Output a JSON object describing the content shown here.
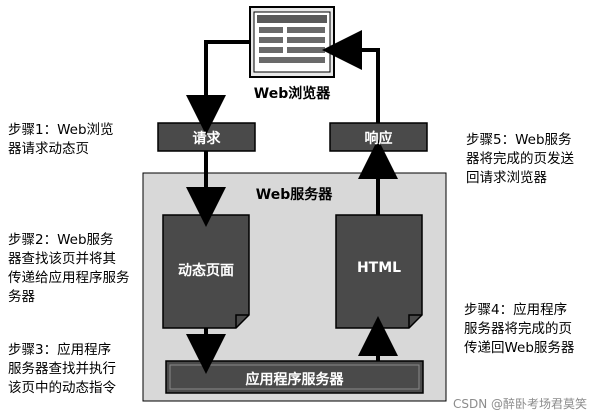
{
  "browser_label": "Web浏览器",
  "request_label": "请求",
  "response_label": "响应",
  "server_label": "Web服务器",
  "dynamic_page_label": "动态页面",
  "html_label": "HTML",
  "app_server_label": "应用程序服务器",
  "steps": {
    "step1": "步骤1：Web浏览\n器请求动态页",
    "step2": "步骤2：Web服务\n器查找该页并将其\n传递给应用程序服务\n务器",
    "step3": "步骤3：应用程序\n服务器查找并执行\n该页中的动态指令",
    "step4": "步骤4：应用程序\n服务器将完成的页\n传递回Web服务器",
    "step5": "步骤5：Web服务\n器将完成的页发送\n回请求浏览器"
  },
  "watermark": "CSDN @醉卧考场君莫笑",
  "colors": {
    "dark_box": "#4a4a4a",
    "server_bg": "#d8d8d8",
    "arrow": "#000000"
  }
}
